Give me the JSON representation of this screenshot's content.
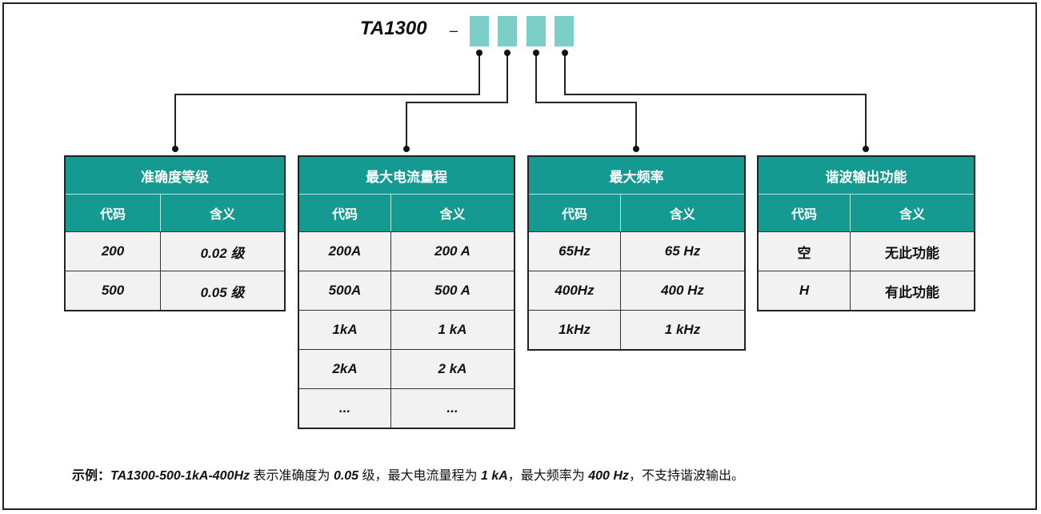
{
  "header": {
    "model": "TA1300",
    "dash": "–"
  },
  "tables": [
    {
      "title": "准确度等级",
      "col_code": "代码",
      "col_meaning": "含义",
      "rows": [
        [
          "200",
          "0.02 级"
        ],
        [
          "500",
          "0.05 级"
        ]
      ]
    },
    {
      "title": "最大电流量程",
      "col_code": "代码",
      "col_meaning": "含义",
      "rows": [
        [
          "200A",
          "200 A"
        ],
        [
          "500A",
          "500 A"
        ],
        [
          "1kA",
          "1 kA"
        ],
        [
          "2kA",
          "2 kA"
        ],
        [
          "...",
          "..."
        ]
      ]
    },
    {
      "title": "最大频率",
      "col_code": "代码",
      "col_meaning": "含义",
      "rows": [
        [
          "65Hz",
          "65 Hz"
        ],
        [
          "400Hz",
          "400 Hz"
        ],
        [
          "1kHz",
          "1 kHz"
        ]
      ]
    },
    {
      "title": "谐波输出功能",
      "col_code": "代码",
      "col_meaning": "含义",
      "rows": [
        [
          "空",
          "无此功能"
        ],
        [
          "H",
          "有此功能"
        ]
      ]
    }
  ],
  "example": {
    "label": "示例：",
    "code": "TA1300-500-1kA-400Hz",
    "t1": " 表示准确度为 ",
    "v1": "0.05",
    "t2": " 级，最大电流量程为 ",
    "v2": "1 kA",
    "t3": "，最大频率为 ",
    "v3": "400 Hz",
    "t4": "，不支持谐波输出。"
  },
  "colors": {
    "box": "#7ccfc8",
    "header": "#149a90",
    "row": "#f2f2f2"
  }
}
